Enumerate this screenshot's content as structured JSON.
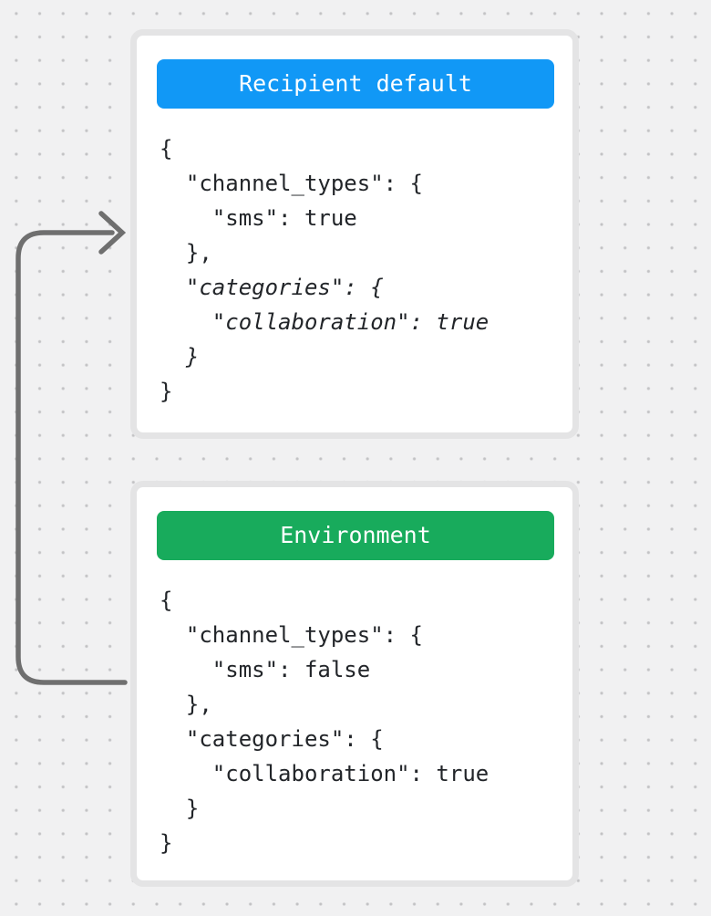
{
  "canvas": {
    "background_color": "#f1f1f2",
    "dot_color": "#c2c2c4"
  },
  "arrow": {
    "color": "#6f6f6f"
  },
  "cards": [
    {
      "header": {
        "label": "Recipient default",
        "color": "#1198f6"
      },
      "lines": [
        "{",
        "  \"channel_types\": {",
        "    \"sms\": true",
        "  },",
        "  \"categories\": {",
        "    \"collaboration\": true",
        "  }",
        "}"
      ],
      "italic_lines": [
        4,
        5,
        6
      ]
    },
    {
      "header": {
        "label": "Environment",
        "color": "#18ab5c"
      },
      "lines": [
        "{",
        "  \"channel_types\": {",
        "    \"sms\": false",
        "  },",
        "  \"categories\": {",
        "    \"collaboration\": true",
        "  }",
        "}"
      ],
      "italic_lines": []
    }
  ]
}
